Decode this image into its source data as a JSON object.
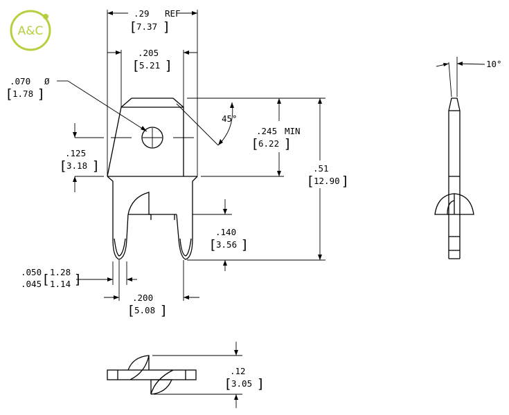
{
  "logo": {
    "text": "A&C",
    "color": "#b7cf3e"
  },
  "dimensions": {
    "overall_width": {
      "inch": ".29",
      "unit": "REF",
      "mm": "7.37"
    },
    "blade_width": {
      "inch": ".205",
      "mm": "5.21"
    },
    "hole_diameter": {
      "inch": ".070",
      "symbol": "Ø",
      "mm": "1.78"
    },
    "hole_to_shoulder": {
      "inch": ".125",
      "mm": "3.18"
    },
    "chamfer_angle": {
      "value": "45°"
    },
    "blade_length": {
      "inch": ".245",
      "unit": "MIN",
      "mm": "6.22"
    },
    "overall_length": {
      "inch": ".51",
      "mm": "12.90"
    },
    "leg_length": {
      "inch": ".140",
      "mm": "3.56"
    },
    "leg_width": {
      "inch_max": ".050",
      "inch_min": ".045",
      "mm_max": "1.28",
      "mm_min": "1.14"
    },
    "leg_spacing": {
      "inch": ".200",
      "mm": "5.08"
    },
    "side_angle": {
      "value": "10°"
    },
    "height": {
      "inch": ".12",
      "mm": "3.05"
    }
  }
}
